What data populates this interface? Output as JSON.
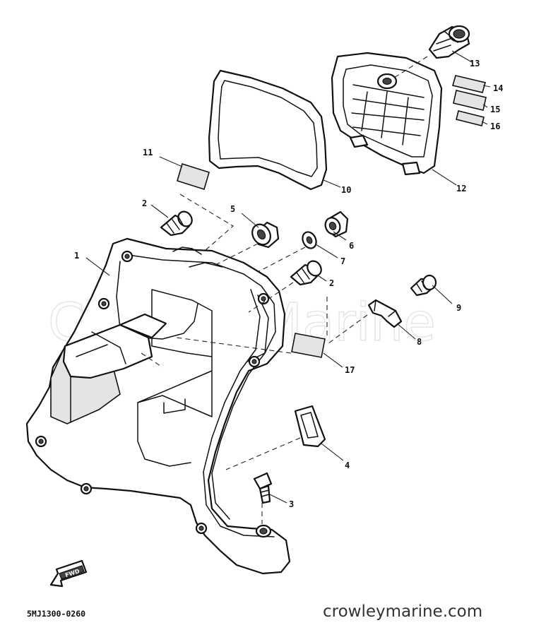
{
  "watermark": "CrowleyMarine",
  "drawing_code": "5MJ1300-0260",
  "site": "crowleymarine.com",
  "fwd_arrow_label": "FWD",
  "callouts": {
    "c1": "1",
    "c2a": "2",
    "c2b": "2",
    "c3": "3",
    "c4": "4",
    "c5": "5",
    "c6": "6",
    "c7": "7",
    "c8": "8",
    "c9": "9",
    "c10": "10",
    "c11": "11",
    "c12": "12",
    "c13": "13",
    "c14": "14",
    "c15": "15",
    "c16": "16",
    "c17": "17"
  }
}
